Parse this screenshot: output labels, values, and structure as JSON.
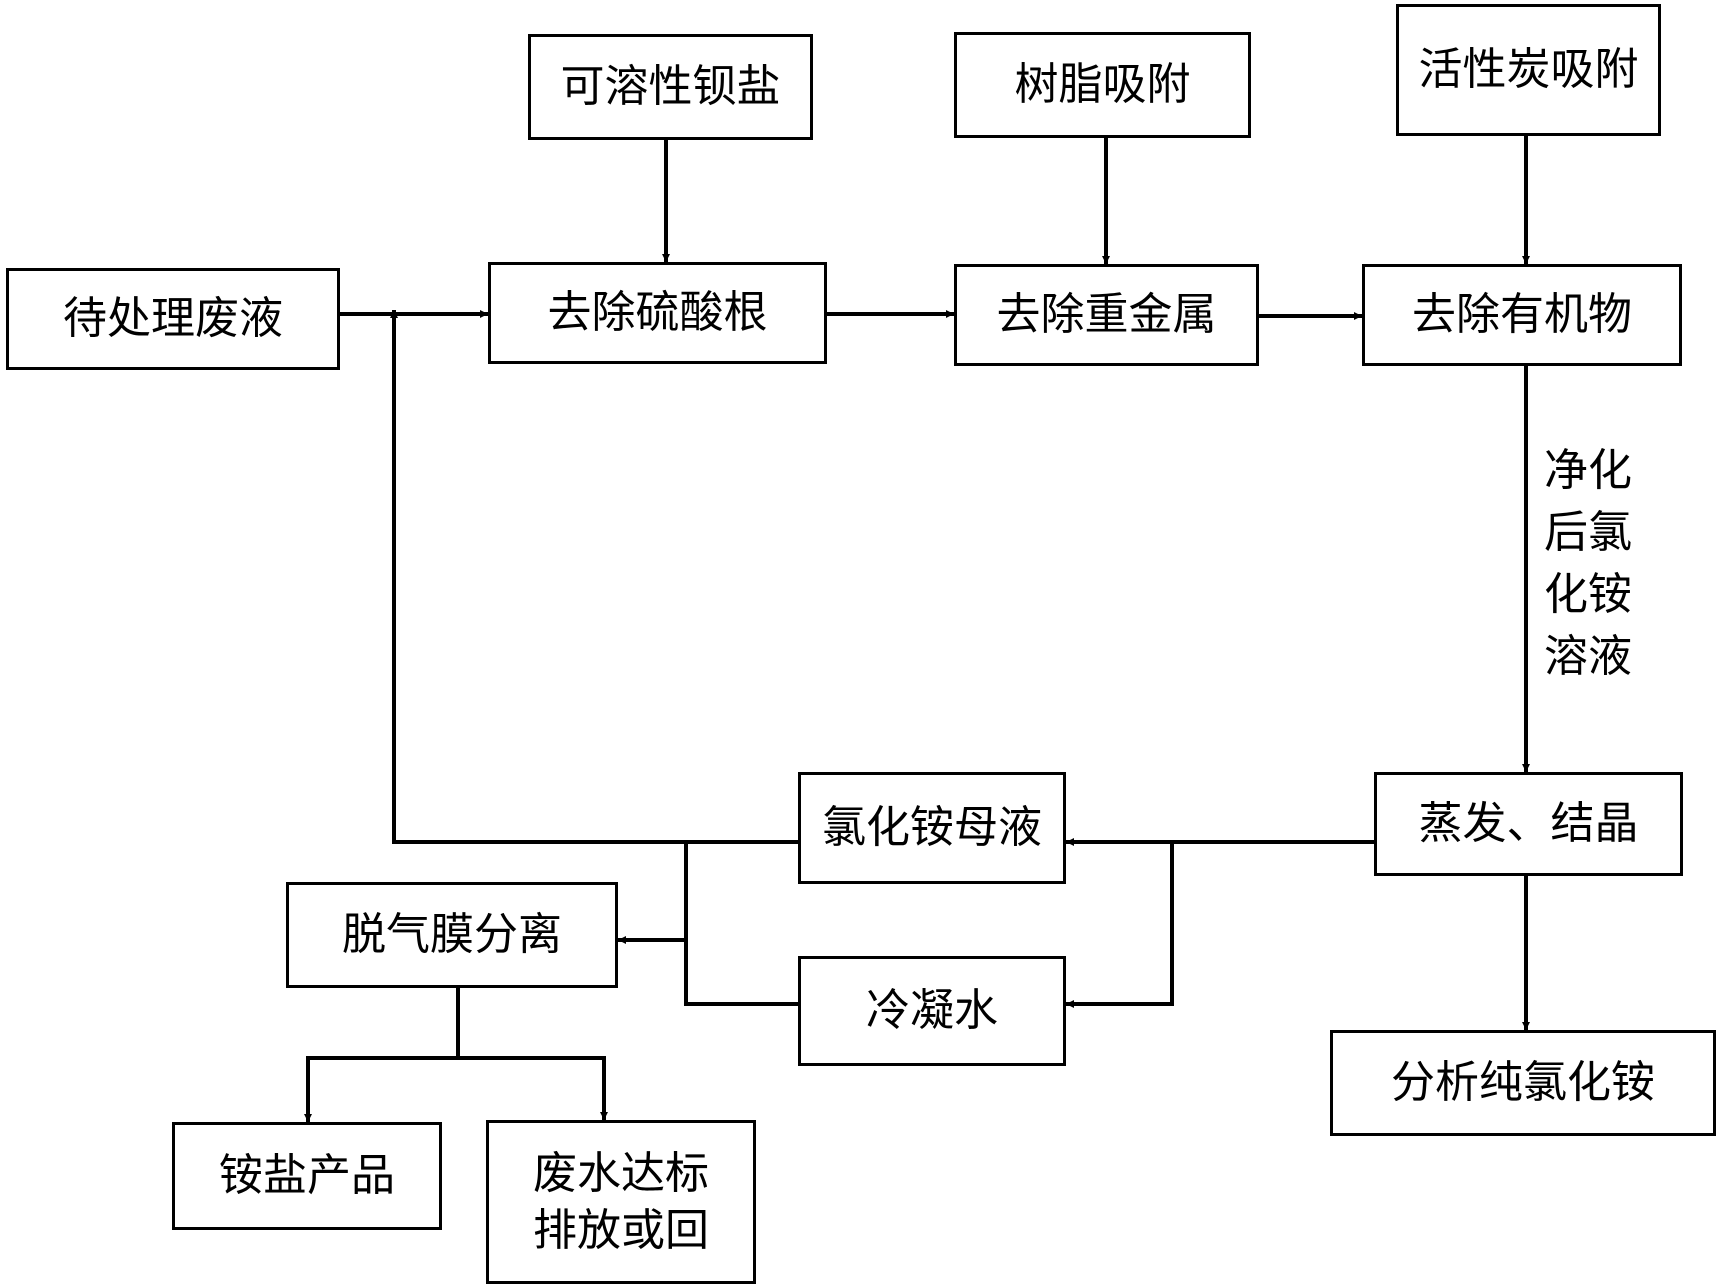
{
  "nodes": {
    "waste_liquid": "待处理废液",
    "barium_salt": "可溶性钡盐",
    "resin_adsorption": "树脂吸附",
    "activated_carbon": "活性炭吸附",
    "remove_sulfate": "去除硫酸根",
    "remove_heavy_metal": "去除重金属",
    "remove_organics": "去除有机物",
    "evaporation_crystallization": "蒸发、结晶",
    "mother_liquor": "氯化铵母液",
    "condensate": "冷凝水",
    "degassing_membrane": "脱气膜分离",
    "ammonium_salt_product": "铵盐产品",
    "wastewater_discharge": "废水达标\n排放或回",
    "ar_ammonium_chloride": "分析纯氯化铵"
  },
  "edge_labels": {
    "purified_solution": "净化后氯化铵溶液"
  }
}
